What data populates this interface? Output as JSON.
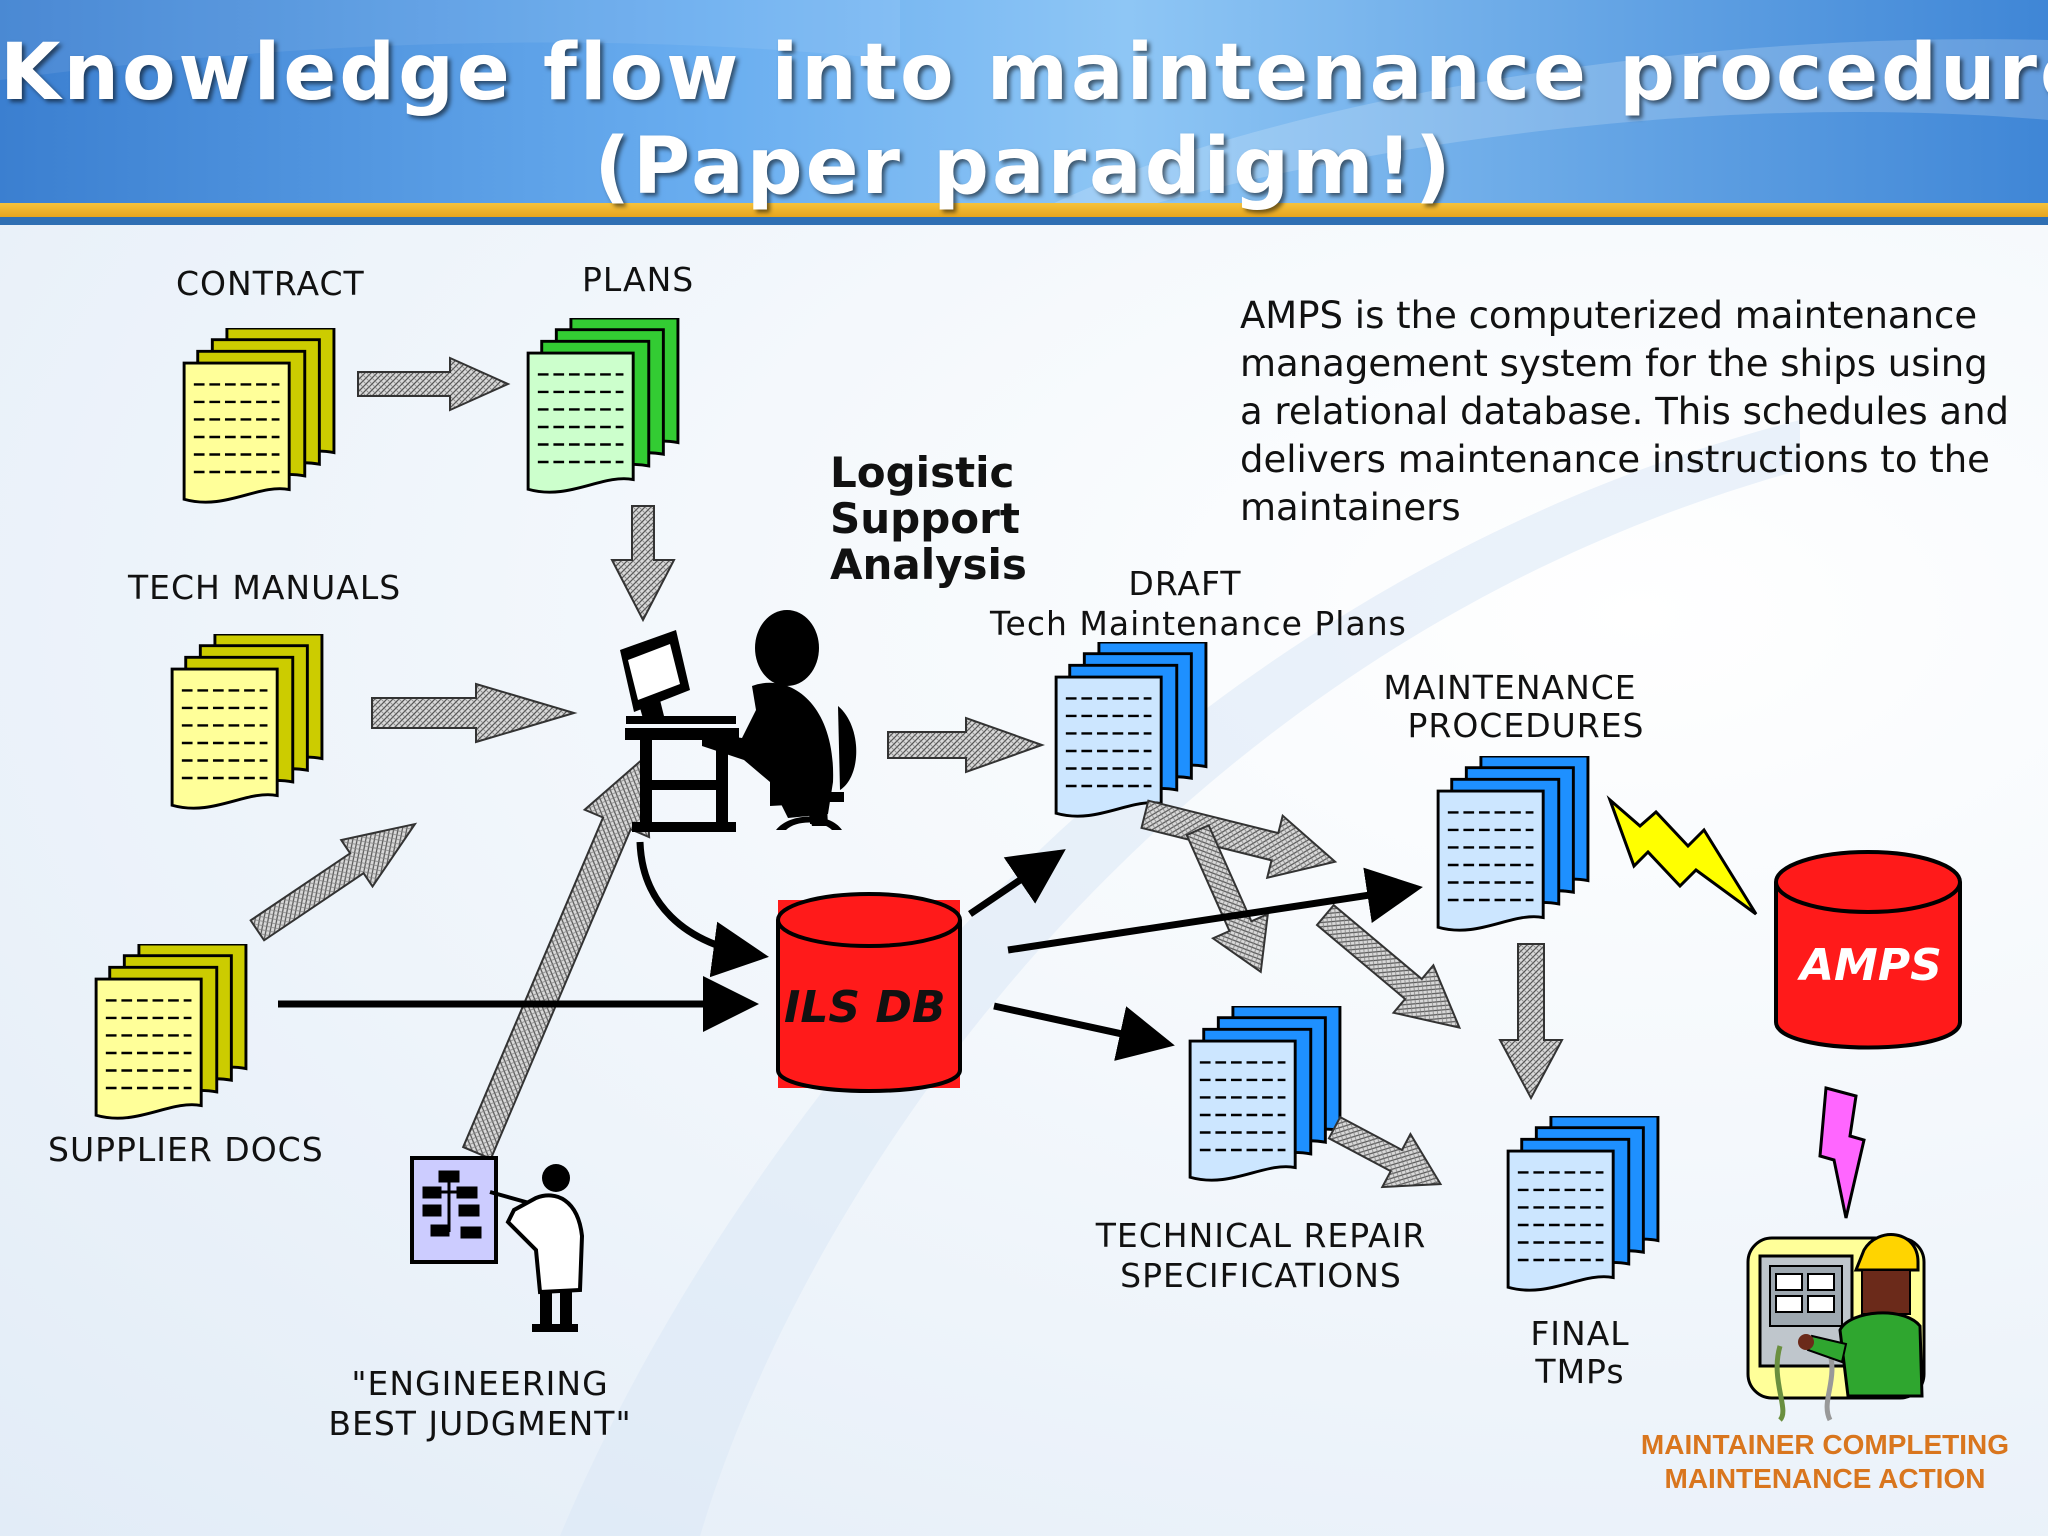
{
  "slide": {
    "title_line1": "Knowledge flow into maintenance procedures",
    "title_line2": "(Paper paradigm!)"
  },
  "description": "AMPS is the computerized maintenance management system for the ships using a relational database. This schedules and delivers maintenance instructions to the maintainers",
  "nodes": {
    "contract": "CONTRACT",
    "plans": "PLANS",
    "tech_manuals": "TECH MANUALS",
    "supplier_docs": "SUPPLIER DOCS",
    "engineering_line1": "\"ENGINEERING",
    "engineering_line2": "BEST JUDGMENT\"",
    "lsa_line1": "Logistic",
    "lsa_line2": "Support",
    "lsa_line3": "Analysis",
    "draft_line1": "DRAFT",
    "draft_line2": "Tech Maintenance Plans",
    "procedures_line1": "MAINTENANCE",
    "procedures_line2": "PROCEDURES",
    "repair_line1": "TECHNICAL REPAIR",
    "repair_line2": "SPECIFICATIONS",
    "final_line1": "FINAL",
    "final_line2": "TMPs",
    "ils_db": "ILS DB",
    "amps": "AMPS",
    "maintainer_line1": "MAINTAINER COMPLETING",
    "maintainer_line2": "MAINTENANCE ACTION"
  },
  "colors": {
    "doc_yellow_front": "#ffff99",
    "doc_yellow_back": "#cccc00",
    "doc_green_front": "#ccffcc",
    "doc_green_back": "#33cc33",
    "doc_blue_front": "#cce6ff",
    "doc_blue_back": "#1e90ff",
    "database_red": "#ff1a1a",
    "lightning_yellow": "#ffff00",
    "lightning_magenta": "#ff66ff",
    "maintainer_label": "#d9761e",
    "header_blue": "#3b7fd0",
    "header_gold": "#f6c23c"
  },
  "icons": {
    "computer_user": "person-at-computer-icon",
    "engineer": "engineer-at-chart-icon",
    "maintainer": "maintainer-at-panel-icon",
    "power_bolt": "lightning-bolt-icon"
  }
}
